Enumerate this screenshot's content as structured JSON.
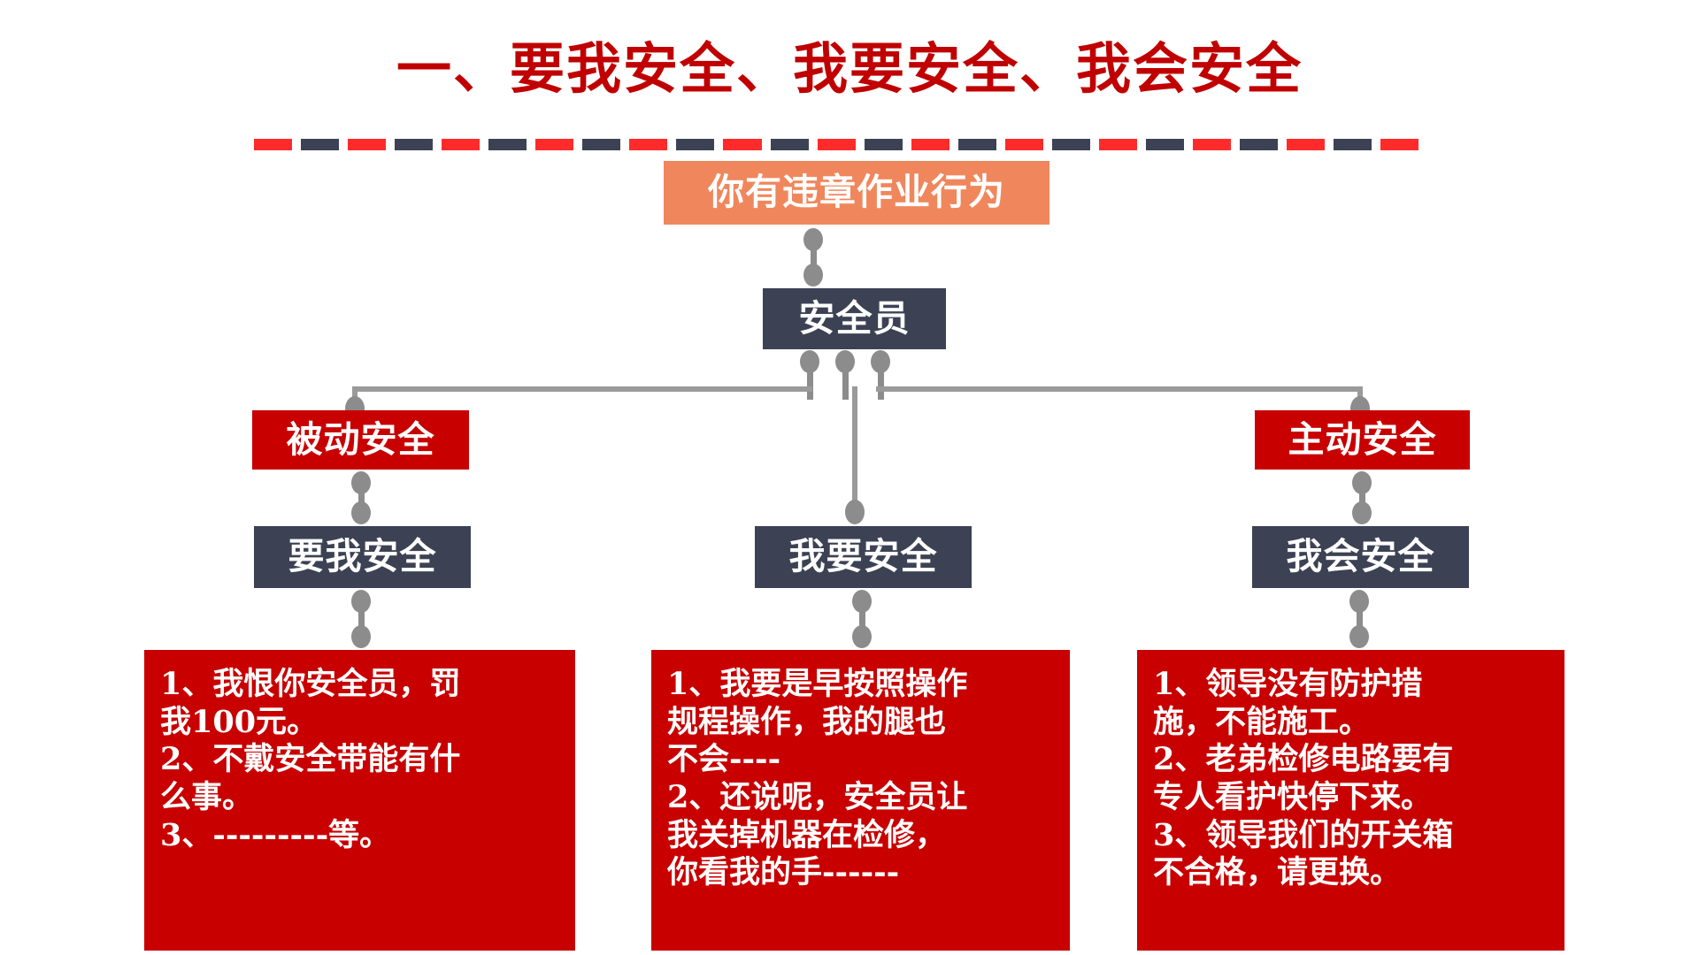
{
  "slide": {
    "title": "一、要我安全、我要安全、我会安全",
    "colors": {
      "title_red": "#C00000",
      "box_red": "#C80000",
      "box_navy": "#3C4254",
      "box_orange": "#F0875C",
      "dash_red": "#FF2B2B",
      "dash_navy": "#3C4254",
      "connector_gray": "#8C8C8C",
      "text_white": "#FFFFFF",
      "background": "#FFFFFF"
    },
    "divider": {
      "name": "dashed-rule",
      "dash_sequence": [
        "red",
        "navy",
        "red",
        "navy",
        "red",
        "navy",
        "red",
        "navy",
        "red",
        "navy",
        "red",
        "navy",
        "red",
        "navy",
        "red",
        "navy",
        "red",
        "navy",
        "red",
        "navy",
        "red",
        "navy",
        "red",
        "navy",
        "red"
      ]
    }
  },
  "diagram": {
    "type": "flowchart",
    "root": {
      "id": "violation",
      "label": "你有违章作业行为",
      "style": "orange"
    },
    "officer": {
      "id": "safety-officer",
      "label": "安全员",
      "style": "navy"
    },
    "branches": [
      {
        "id": "passive",
        "category_label": "被动安全",
        "category_style": "red",
        "attitude_label": "要我安全",
        "attitude_style": "navy",
        "detail_lines": [
          "1、我恨你安全员，罚",
          "我100元。",
          "2、不戴安全带能有什",
          "么事。",
          "3、---------等。"
        ]
      },
      {
        "id": "center",
        "category_label": "",
        "category_style": "none",
        "attitude_label": "我要安全",
        "attitude_style": "navy",
        "detail_lines": [
          "1、我要是早按照操作",
          "规程操作，我的腿也",
          "不会----",
          "2、还说呢，安全员让",
          "我关掉机器在检修，",
          "你看我的手------"
        ]
      },
      {
        "id": "active",
        "category_label": "主动安全",
        "category_style": "red",
        "attitude_label": "我会安全",
        "attitude_style": "navy",
        "detail_lines": [
          "1、领导没有防护措",
          "施，不能施工。",
          "2、老弟检修电路要有",
          "专人看护快停下来。",
          "3、领导我们的开关箱",
          "不合格，请更换。"
        ]
      }
    ]
  }
}
